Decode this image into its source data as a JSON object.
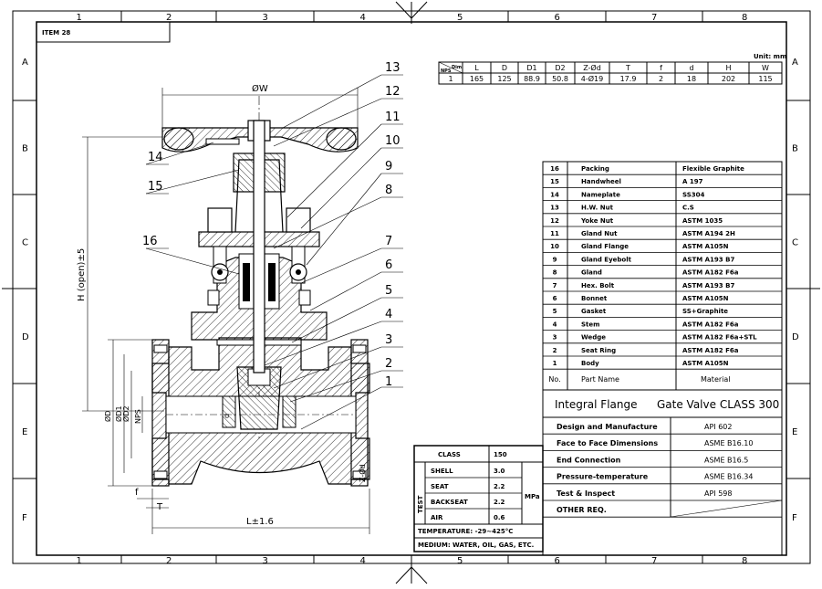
{
  "frame": {
    "col_labels": [
      "1",
      "2",
      "3",
      "4",
      "5",
      "6",
      "7",
      "8"
    ],
    "row_labels": [
      "A",
      "B",
      "C",
      "D",
      "E",
      "F"
    ],
    "item": "ITEM 28"
  },
  "dimension_table": {
    "units": "Unit: mm",
    "corner_top": "Dim",
    "corner_bottom": "NPS",
    "headers": [
      "L",
      "D",
      "D1",
      "D2",
      "Z-Ød",
      "T",
      "f",
      "d",
      "H",
      "W"
    ],
    "row": [
      "1",
      "165",
      "125",
      "88.9",
      "50.8",
      "4-Ø19",
      "17.9",
      "2",
      "18",
      "202",
      "115"
    ]
  },
  "parts_table": {
    "rows": [
      {
        "no": "16",
        "name": "Packing",
        "material": "Flexible Graphite"
      },
      {
        "no": "15",
        "name": "Handwheel",
        "material": "A 197"
      },
      {
        "no": "14",
        "name": "Nameplate",
        "material": "SS304"
      },
      {
        "no": "13",
        "name": "H.W. Nut",
        "material": "C.S"
      },
      {
        "no": "12",
        "name": "Yoke Nut",
        "material": "ASTM 1035"
      },
      {
        "no": "11",
        "name": "Gland Nut",
        "material": "ASTM A194 2H"
      },
      {
        "no": "10",
        "name": "Gland Flange",
        "material": "ASTM A105N"
      },
      {
        "no": "9",
        "name": "Gland Eyebolt",
        "material": "ASTM A193 B7"
      },
      {
        "no": "8",
        "name": "Gland",
        "material": "ASTM A182 F6a"
      },
      {
        "no": "7",
        "name": "Hex. Bolt",
        "material": "ASTM A193 B7"
      },
      {
        "no": "6",
        "name": "Bonnet",
        "material": "ASTM A105N"
      },
      {
        "no": "5",
        "name": "Gasket",
        "material": "SS+Graphite"
      },
      {
        "no": "4",
        "name": "Stem",
        "material": "ASTM A182 F6a"
      },
      {
        "no": "3",
        "name": "Wedge",
        "material": "ASTM A182 F6a+STL"
      },
      {
        "no": "2",
        "name": "Seat Ring",
        "material": "ASTM A182 F6a"
      },
      {
        "no": "1",
        "name": "Body",
        "material": "ASTM A105N"
      }
    ],
    "header": {
      "no": "No.",
      "name": "Part Name",
      "material": "Material"
    }
  },
  "title_block": {
    "left": "Integral Flange",
    "right": "Gate Valve  CLASS 300"
  },
  "spec_table": {
    "rows": [
      {
        "label": "Design and Manufacture",
        "value": "API 602"
      },
      {
        "label": "Face to Face Dimensions",
        "value": "ASME B16.10"
      },
      {
        "label": "End Connection",
        "value": "ASME B16.5"
      },
      {
        "label": "Pressure-temperature",
        "value": "ASME B16.34"
      },
      {
        "label": "Test & Inspect",
        "value": "API 598"
      },
      {
        "label": "OTHER REQ.",
        "value": ""
      }
    ]
  },
  "test_table": {
    "class_label": "CLASS",
    "class_value": "150",
    "side_label": "TEST",
    "unit": "MPa",
    "rows": [
      {
        "name": "SHELL",
        "value": "3.0"
      },
      {
        "name": "SEAT",
        "value": "2.2"
      },
      {
        "name": "BACKSEAT",
        "value": "2.2"
      },
      {
        "name": "AIR",
        "value": "0.6"
      }
    ],
    "temperature": "TEMPERATURE: -29~425°C",
    "medium": "MEDIUM: WATER, OIL, GAS, ETC."
  },
  "drawing": {
    "callouts": [
      "1",
      "2",
      "3",
      "4",
      "5",
      "6",
      "7",
      "8",
      "9",
      "10",
      "11",
      "12",
      "13",
      "14",
      "15",
      "16"
    ],
    "dim_W": "ØW",
    "dim_H": "H (open)±5",
    "dim_L": "L±1.6",
    "dim_D": "ØD",
    "dim_D1": "ØD1",
    "dim_D2": "ØD2",
    "dim_NPS": "NPS",
    "dim_f": "f",
    "dim_T": "T",
    "dim_Zd": "Z-Ød",
    "dim_d": "d"
  }
}
